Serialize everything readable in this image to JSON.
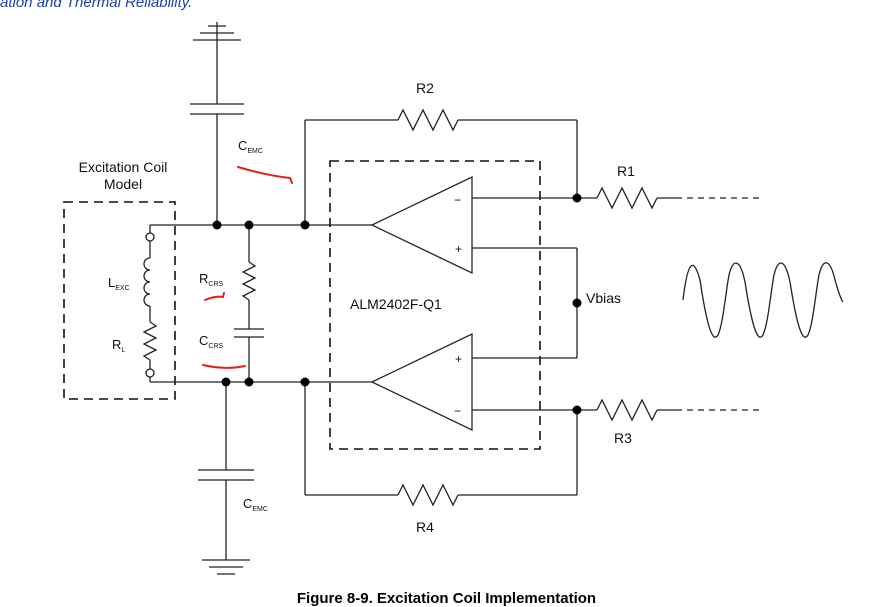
{
  "header": {
    "link_text": "ation and Thermal Reliability."
  },
  "figure": {
    "caption": "Figure 8-9. Excitation Coil Implementation"
  },
  "labels": {
    "coil_model_line1": "Excitation Coil",
    "coil_model_line2": "Model",
    "lexc": "L",
    "lexc_sub": "EXC",
    "rl": "R",
    "rl_sub": "L",
    "rcrs": "R",
    "rcrs_sub": "CRS",
    "ccrs": "C",
    "ccrs_sub": "CRS",
    "cemc_top": "C",
    "cemc_top_sub": "EMC",
    "cemc_bottom": "C",
    "cemc_bottom_sub": "EMC",
    "r1": "R1",
    "r2": "R2",
    "r3": "R3",
    "r4": "R4",
    "amp_name": "ALM2402F-Q1",
    "vbias": "Vbias",
    "minus": "−",
    "plus": "+"
  },
  "colors": {
    "ink_annotation": "#e0201c",
    "link": "#1a3fb0"
  }
}
